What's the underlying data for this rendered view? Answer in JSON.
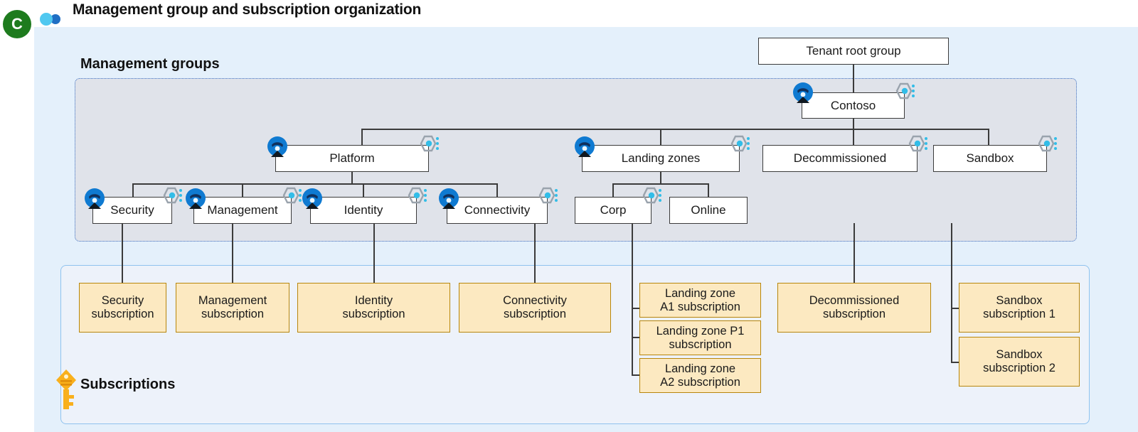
{
  "page": {
    "title": "Management group and subscription organization",
    "brand_letter": "C",
    "brand_color": "#1e7b1e",
    "icons": {
      "brand_users": "users-icon",
      "key": "key-icon"
    }
  },
  "panels": {
    "management_groups": {
      "label": "Management groups",
      "fill": "#e0e3ea",
      "border": "#3a6fc4"
    },
    "subscriptions": {
      "label": "Subscriptions",
      "fill": "#edf2fa",
      "border": "#8fc2ee"
    },
    "canvas_fill": "#e4f0fb"
  },
  "legend_icons": {
    "role": "role-assignment-icon",
    "policy": "azure-policy-icon"
  },
  "management_groups": [
    {
      "id": "tenant-root-group",
      "label": "Tenant root group",
      "level": 0,
      "role_badge": false,
      "policy_badge": false
    },
    {
      "id": "contoso",
      "label": "Contoso",
      "level": 1,
      "role_badge": true,
      "policy_badge": true
    },
    {
      "id": "platform",
      "label": "Platform",
      "level": 2,
      "role_badge": true,
      "policy_badge": true
    },
    {
      "id": "landing-zones",
      "label": "Landing zones",
      "level": 2,
      "role_badge": true,
      "policy_badge": true
    },
    {
      "id": "decommissioned",
      "label": "Decommissioned",
      "level": 2,
      "role_badge": false,
      "policy_badge": true
    },
    {
      "id": "sandbox",
      "label": "Sandbox",
      "level": 2,
      "role_badge": false,
      "policy_badge": true
    },
    {
      "id": "security",
      "label": "Security",
      "level": 3,
      "role_badge": true,
      "policy_badge": true
    },
    {
      "id": "management",
      "label": "Management",
      "level": 3,
      "role_badge": true,
      "policy_badge": true
    },
    {
      "id": "identity",
      "label": "Identity",
      "level": 3,
      "role_badge": true,
      "policy_badge": true
    },
    {
      "id": "connectivity",
      "label": "Connectivity",
      "level": 3,
      "role_badge": true,
      "policy_badge": true
    },
    {
      "id": "corp",
      "label": "Corp",
      "level": 3,
      "role_badge": false,
      "policy_badge": true
    },
    {
      "id": "online",
      "label": "Online",
      "level": 3,
      "role_badge": false,
      "policy_badge": false
    }
  ],
  "subscriptions": [
    {
      "id": "security-subscription",
      "line1": "Security",
      "line2": "subscription",
      "parent": "security"
    },
    {
      "id": "management-subscription",
      "line1": "Management",
      "line2": "subscription",
      "parent": "management"
    },
    {
      "id": "identity-subscription",
      "line1": "Identity",
      "line2": "subscription",
      "parent": "identity"
    },
    {
      "id": "connectivity-subscription",
      "line1": "Connectivity",
      "line2": "subscription",
      "parent": "connectivity"
    },
    {
      "id": "landing-zone-a1-subscription",
      "line1": "Landing zone",
      "line2": "A1 subscription",
      "parent": "corp"
    },
    {
      "id": "landing-zone-p1-subscription",
      "line1": "Landing zone P1",
      "line2": "subscription",
      "parent": "corp"
    },
    {
      "id": "landing-zone-a2-subscription",
      "line1": "Landing zone",
      "line2": "A2 subscription",
      "parent": "corp"
    },
    {
      "id": "decommissioned-subscription",
      "line1": "Decommissioned",
      "line2": "subscription",
      "parent": "decommissioned"
    },
    {
      "id": "sandbox-subscription-1",
      "line1": "Sandbox",
      "line2": "subscription 1",
      "parent": "sandbox"
    },
    {
      "id": "sandbox-subscription-2",
      "line1": "Sandbox",
      "line2": "subscription 2",
      "parent": "sandbox"
    }
  ],
  "colors": {
    "node_fill": "#ffffff",
    "node_border": "#3b3b3b",
    "subscription_fill": "#fce9c1",
    "subscription_border": "#b8860b",
    "connector": "#3b3b3b"
  }
}
